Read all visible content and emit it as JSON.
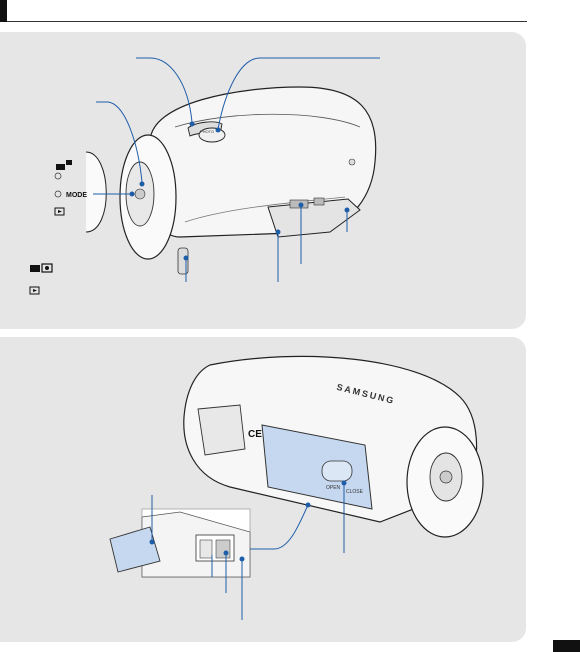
{
  "camera_top": {
    "photo_button_label": "PHOTO",
    "mode_button_label": "MODE"
  },
  "camera_bottom": {
    "brand": "SAMSUNG",
    "ce_mark": "CE",
    "open_label": "OPEN",
    "close_label": "CLOSE"
  },
  "icons": [
    "video-icon",
    "camera-icon",
    "play-icon"
  ],
  "colors": {
    "panel": "#e6e6e7",
    "leader": "#1e5da8",
    "leader_dot": "#1e5da8",
    "highlight": "#c5d8ef"
  }
}
